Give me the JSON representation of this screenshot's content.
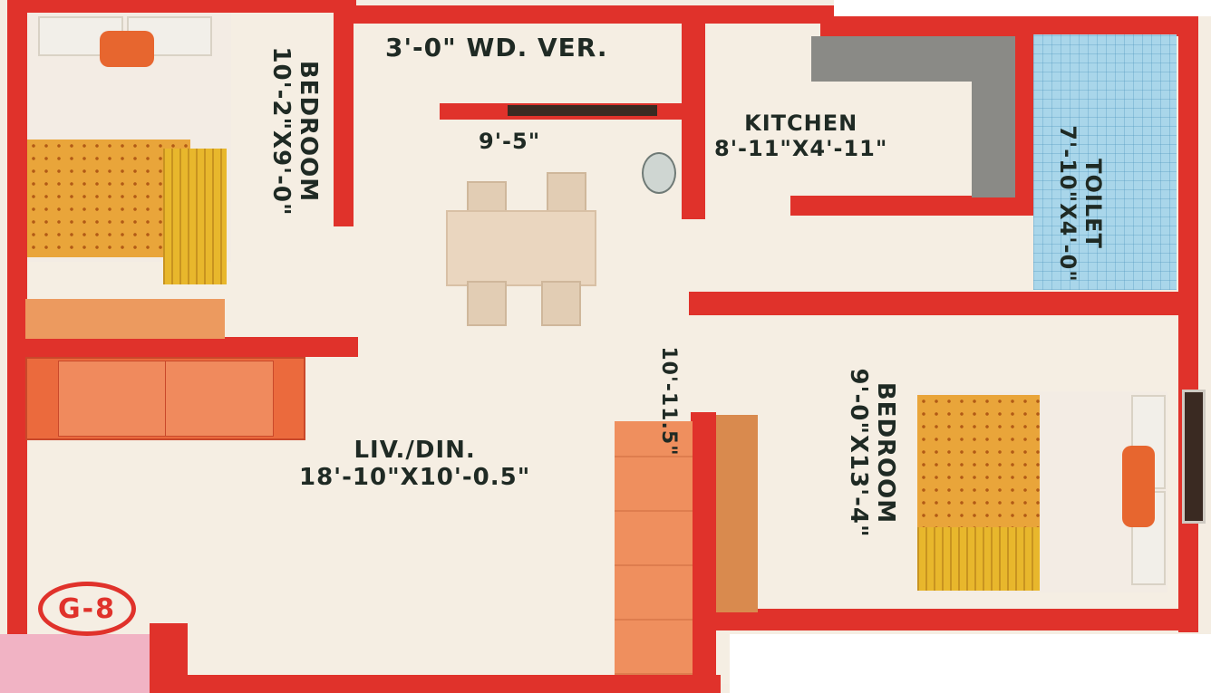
{
  "rooms": {
    "bedroom_top_left": {
      "name": "BEDROOM",
      "size": "10'-2\"X9'-0\""
    },
    "verandah": {
      "label": "3'-0\" WD. VER."
    },
    "kitchen": {
      "name": "KITCHEN",
      "size": "8'-11\"X4'-11\""
    },
    "toilet": {
      "name": "TOILET",
      "size": "7'-10\"X4'-0\""
    },
    "living_dining": {
      "name": "LIV./DIN.",
      "size": "18'-10\"x10'-0.5\""
    },
    "bedroom_bottom_right": {
      "name": "BEDROOM",
      "size": "9'-0\"x13'-4\""
    }
  },
  "dimensions": {
    "passage_width": "9'-5\"",
    "living_depth": "10'-11.5\""
  },
  "badge": {
    "label": "G-8"
  },
  "colors": {
    "wall": "#e0322b",
    "floor": "#f5eee3",
    "label": "#1f2a24"
  }
}
